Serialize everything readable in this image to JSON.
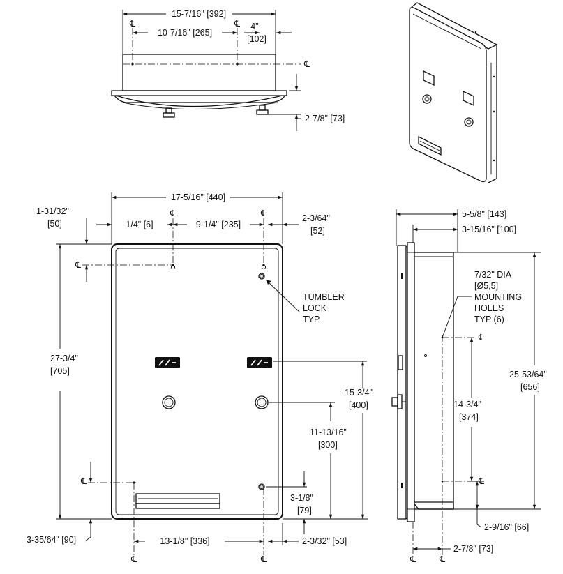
{
  "top_view": {
    "overall_width": "15-7/16\" [392]",
    "cl_spacing": "10-7/16\" [265]",
    "depth_1": "4\"",
    "depth_1_mm": "[102]",
    "projection": "2-7/8\" [73]"
  },
  "front_view": {
    "overall_width": "17-5/16\" [440]",
    "left_offset": "1-31/32\"",
    "left_offset_mm": "[50]",
    "left_cl": "1/4\" [6]",
    "cl_spacing_top": "9-1/4\" [235]",
    "right_offset": "2-3/64\"",
    "right_offset_mm": "[52]",
    "overall_height": "27-3/4\"",
    "overall_height_mm": "[705]",
    "tumbler_note_1": "TUMBLER",
    "tumbler_note_2": "LOCK",
    "tumbler_note_3": "TYP",
    "h_window": "15-3/4\"",
    "h_window_mm": "[400]",
    "h_button": "11-13/16\"",
    "h_button_mm": "[300]",
    "h_lower_lock": "3-1/8\"",
    "h_lower_lock_mm": "[79]",
    "bottom_left": "3-35/64\" [90]",
    "cl_spacing_bottom": "13-1/8\" [336]",
    "bottom_right": "2-3/32\" [53]"
  },
  "side_view": {
    "overall_depth": "5-5/8\" [143]",
    "recess_depth": "3-15/16\" [100]",
    "hole_note_1": "7/32\" DIA",
    "hole_note_2": "[Ø5,5]",
    "hole_note_3": "MOUNTING",
    "hole_note_4": "HOLES",
    "hole_note_5": "TYP (6)",
    "overall_height": "25-53/64\"",
    "overall_height_mm": "[656]",
    "hole_spacing": "14-3/4\"",
    "hole_spacing_mm": "[374]",
    "bottom_offset": "2-9/16\" [66]",
    "bottom_depth": "2-7/8\" [73]"
  },
  "symbols": {
    "centerline": "℄"
  }
}
